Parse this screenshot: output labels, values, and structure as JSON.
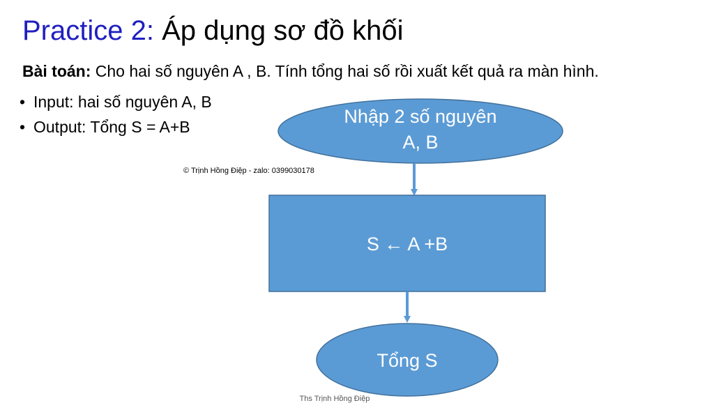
{
  "slide": {
    "title_accent": "Practice 2:",
    "title_rest": " Áp dụng sơ đồ khối",
    "problem_label": "Bài toán:",
    "problem_text": " Cho hai số nguyên A , B. Tính tổng hai số rồi xuất kết quả ra màn hình.",
    "bullets": [
      {
        "bullet": "•",
        "text": "Input: hai số nguyên A, B"
      },
      {
        "bullet": "•",
        "text": "Output: Tổng S = A+B"
      }
    ],
    "copyright": "© Trịnh Hồng Điệp - zalo: 0399030178",
    "footer": "Ths Trịnh Hồng Điệp"
  },
  "flowchart": {
    "fill_color": "#5b9bd5",
    "stroke_color": "#41719c",
    "arrow_color": "#5b9bd5",
    "nodes": {
      "input": {
        "line1": "Nhập 2 số nguyên",
        "line2": "A, B"
      },
      "process": {
        "text": "S ← A +B"
      },
      "output": {
        "text": "Tổng S"
      }
    }
  }
}
